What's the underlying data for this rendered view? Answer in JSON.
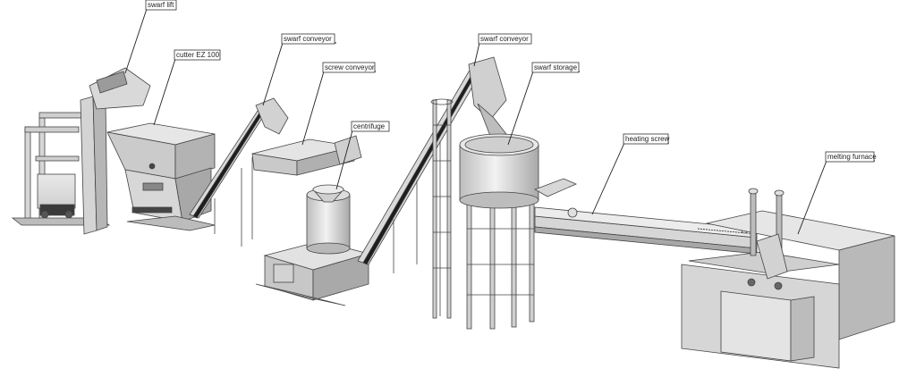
{
  "labels": {
    "swarf_lift": "swarf lift",
    "cutter": "cutter EZ 100",
    "swarf_conveyor_1": "swarf conveyor",
    "screw_conveyor": "screw conveyor",
    "centrifuge": "centrifuge",
    "swarf_conveyor_2": "swarf conveyor",
    "swarf_storage": "swarf storage",
    "heating_screw": "heating screw",
    "melting_furnace": "melting furnace"
  },
  "colors": {
    "steel_light": "#e4e4e4",
    "steel_mid": "#c8c8c8",
    "steel_dark": "#9a9a9a",
    "outline": "#444444",
    "belt": "#1e1e1e"
  }
}
